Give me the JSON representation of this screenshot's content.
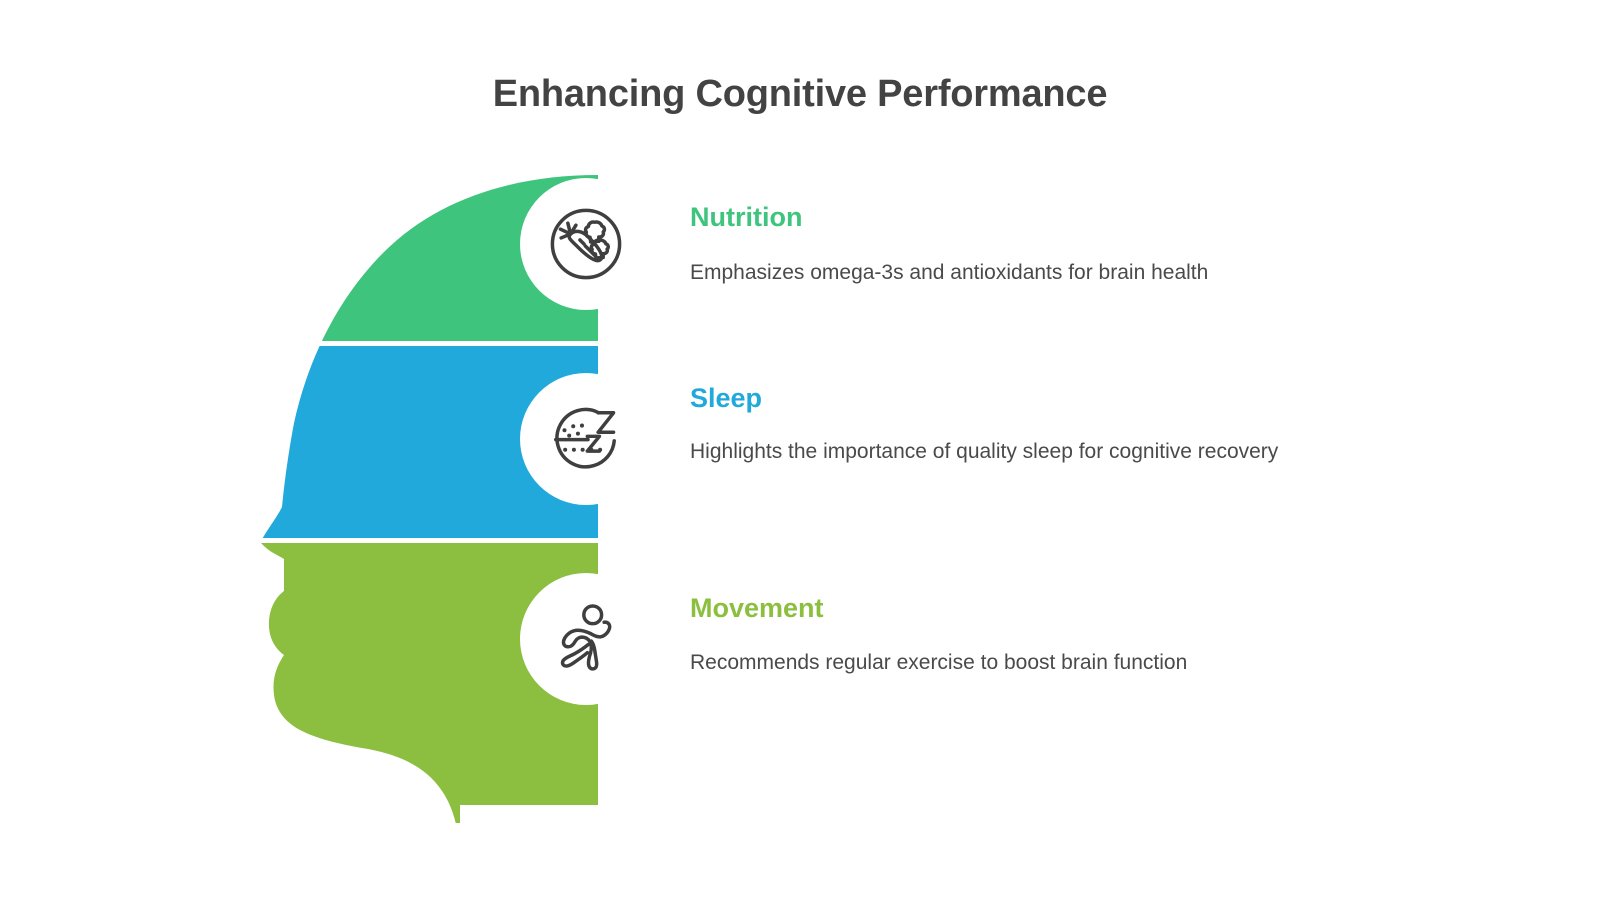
{
  "page": {
    "title": "Enhancing Cognitive Performance",
    "background_color": "#ffffff",
    "title_color": "#434343",
    "body_text_color": "#4a4a4a"
  },
  "palette": {
    "nutrition_green": "#3fc47e",
    "sleep_blue": "#22a9dc",
    "movement_green": "#8cbf3f",
    "icon_stroke": "#3f3f3f",
    "badge_fill": "#ffffff"
  },
  "sections": [
    {
      "id": "nutrition",
      "heading": "Nutrition",
      "description": "Emphasizes omega-3s and antioxidants for brain health",
      "color": "#3fc47e",
      "icon": "vegetables-plate-icon"
    },
    {
      "id": "sleep",
      "heading": "Sleep",
      "description": "Highlights the importance of quality sleep for cognitive recovery",
      "color": "#22a9dc",
      "icon": "sleep-zzz-icon"
    },
    {
      "id": "movement",
      "heading": "Movement",
      "description": "Recommends regular exercise to boost brain function",
      "color": "#8cbf3f",
      "icon": "running-person-icon"
    }
  ],
  "graphic": {
    "name": "head-profile-silhouette",
    "bands": [
      {
        "label": "Nutrition band",
        "color": "#3fc47e"
      },
      {
        "label": "Sleep band",
        "color": "#22a9dc"
      },
      {
        "label": "Movement band",
        "color": "#8cbf3f"
      }
    ]
  }
}
